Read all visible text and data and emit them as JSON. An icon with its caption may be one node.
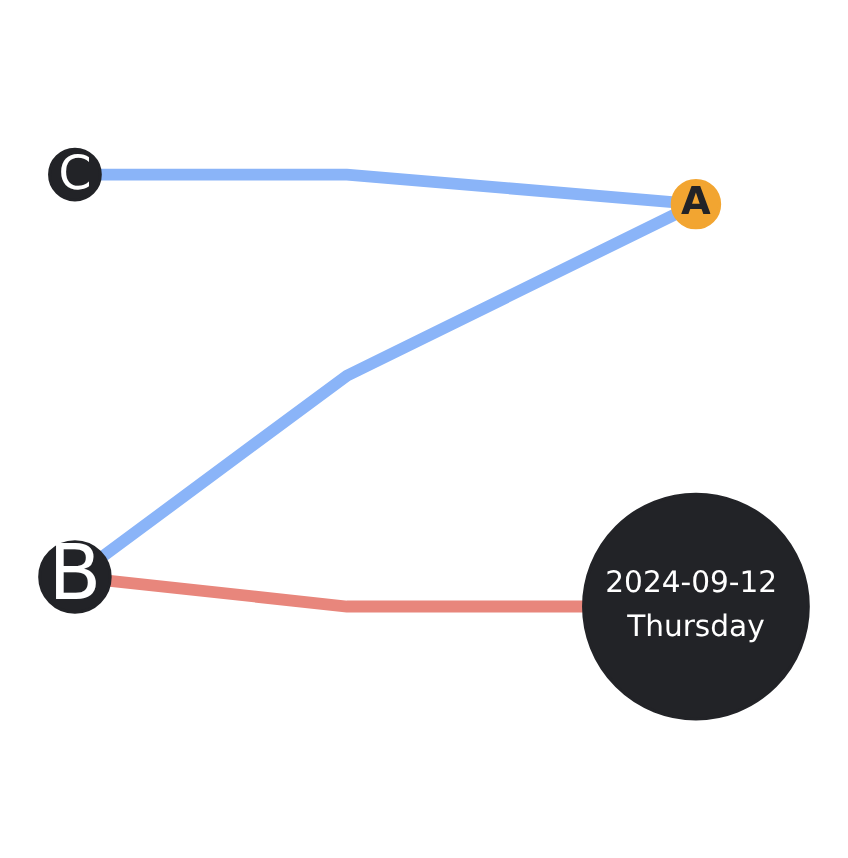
{
  "diagram": {
    "nodes": [
      {
        "text": [
          "C"
        ]
      },
      {
        "text": [
          "A"
        ]
      },
      {
        "text": [
          "B"
        ]
      },
      {
        "text": [
          "2024-09-12 Thursday"
        ]
      }
    ],
    "edges": [
      {
        "from": 0,
        "to": 1,
        "arrow": "none"
      },
      {
        "from": 2,
        "to": 1,
        "arrow": "none"
      },
      {
        "from": 2,
        "to": 3,
        "arrow": "none",
        "color": "#e8867c"
      }
    ]
  }
}
